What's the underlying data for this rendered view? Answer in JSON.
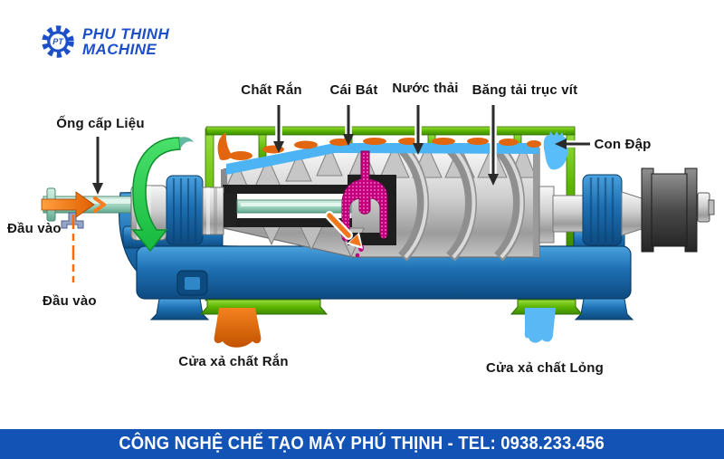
{
  "logo": {
    "monogram": "PT",
    "line1": "PHU THINH",
    "line2": "MACHINE"
  },
  "labels": {
    "solids": "Chất Rắn",
    "bowl": "Cái Bát",
    "wastewater": "Nước thải",
    "screw_conveyor": "Băng tải trục vít",
    "dam": "Con Đập",
    "feed_pipe": "Ống cấp Liệu",
    "inlet_1": "Đầu vào",
    "inlet_2": "Đầu vào",
    "solids_outlet": "Cửa xả chất Rắn",
    "liquid_outlet": "Cửa xả chất Lỏng"
  },
  "footer": {
    "text": "CÔNG NGHỆ CHẾ TẠO MÁY PHÚ THỊNH - TEL: 0938.233.456"
  },
  "colors": {
    "banner_blue": "#1353b5",
    "logo_blue": "#1d50c8",
    "machine_blue": "#1d6fb2",
    "frame_green": "#5cb500",
    "solids_orange": "#e2660f",
    "liquid_blue": "#57b9f7",
    "slurry_magenta": "#c2007e",
    "pipe_teal": "#9ed3bf"
  }
}
